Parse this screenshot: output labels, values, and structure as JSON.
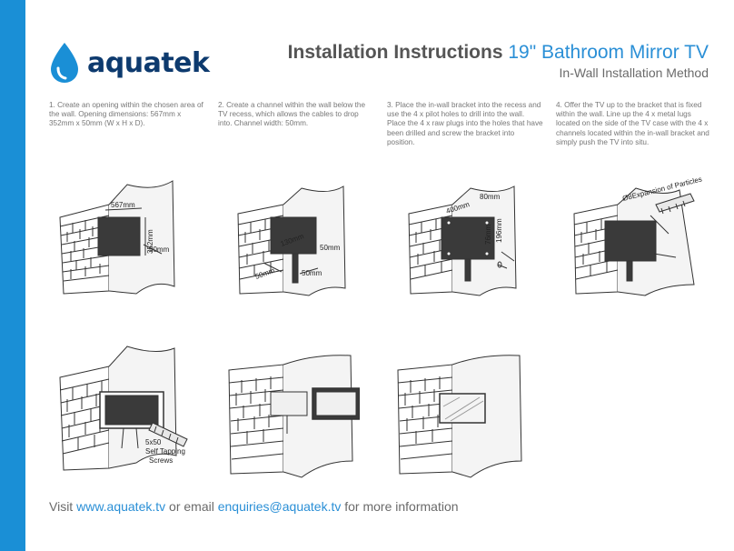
{
  "brand": {
    "name": "aquatek",
    "accent_color": "#1a8fd6",
    "text_color": "#0d3a6e",
    "icon": "water-drop-icon"
  },
  "header": {
    "title_bold": "Installation Instructions",
    "title_accent": "19\" Bathroom Mirror TV",
    "subtitle": "In-Wall Installation Method"
  },
  "steps": [
    {
      "text": "1. Create an opening within the chosen area of the wall. Opening dimensions: 567mm x 352mm x 50mm (W x H x D)."
    },
    {
      "text": "2. Create a channel within the wall below the TV recess, which allows the cables to drop into. Channel width: 50mm."
    },
    {
      "text": "3. Place the in-wall bracket into the recess and use the 4 x pilot holes to drill into the wall. Place the 4 x raw plugs into the holes that have been drilled and screw the bracket into position."
    },
    {
      "text": "4. Offer the TV up to the bracket that is fixed within the wall. Line up the 4 x metal lugs located on the side of the TV case with the 4 x channels located within the in-wall bracket and simply push the TV into situ."
    }
  ],
  "figures": {
    "fig1": {
      "width_label": "567mm",
      "height_label": "352mm",
      "depth_label": "50mm"
    },
    "fig2": {
      "width_label": "130mm",
      "depth_label": "50mm",
      "channel_label_a": "50mm",
      "channel_label_b": "50mm"
    },
    "fig3": {
      "width_label": "400mm",
      "top_label": "80mm",
      "height_label": "196mm",
      "side_label": "76mm"
    },
    "fig4": {
      "label": "Ø8Expansion of Particles"
    },
    "fig5": {
      "screw_label_a": "5x50",
      "screw_label_b": "Self Tapping",
      "screw_label_c": "Screws"
    }
  },
  "footer": {
    "prefix": "Visit",
    "website": "www.aquatek.tv",
    "middle": "or email",
    "email": "enquiries@aquatek.tv",
    "suffix": "for more information"
  }
}
